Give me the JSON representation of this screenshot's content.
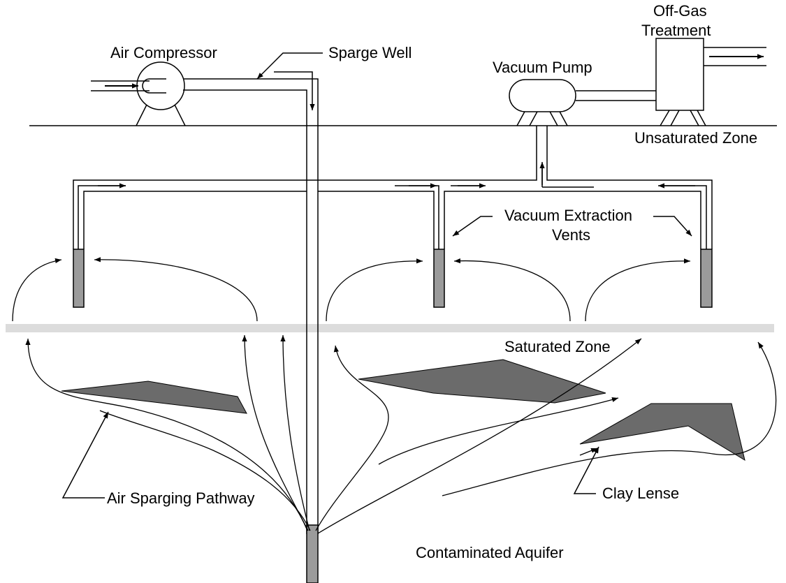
{
  "labels": {
    "air_compressor": "Air Compressor",
    "sparge_well": "Sparge Well",
    "off_gas_line1": "Off-Gas",
    "off_gas_line2": "Treatment",
    "vacuum_pump": "Vacuum Pump",
    "unsaturated_zone": "Unsaturated Zone",
    "vacuum_extraction_line1": "Vacuum Extraction",
    "vacuum_extraction_line2": "Vents",
    "saturated_zone": "Saturated Zone",
    "air_sparging_pathway": "Air Sparging Pathway",
    "clay_lense": "Clay Lense",
    "contaminated_aquifer": "Contaminated Aquifer"
  },
  "colors": {
    "line": "#000000",
    "clay": "#6b6b6b",
    "screen": "#9b9b9b",
    "water_table": "#dcdcdc",
    "background": "#ffffff"
  }
}
